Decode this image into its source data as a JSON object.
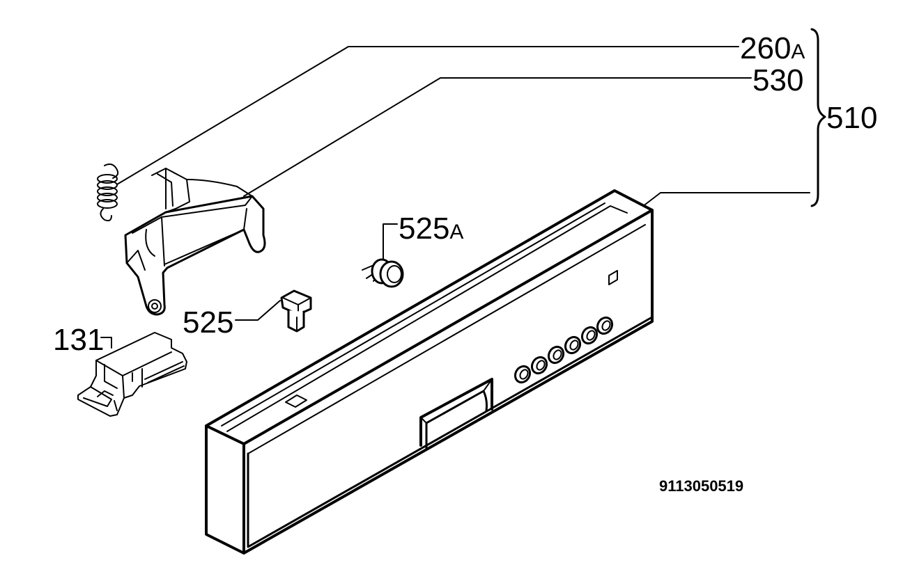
{
  "callouts": {
    "c260": {
      "num": "260",
      "suffix": "A"
    },
    "c530": {
      "num": "530"
    },
    "c510": {
      "num": "510"
    },
    "c525a": {
      "num": "525",
      "suffix": "A"
    },
    "c525": {
      "num": "525"
    },
    "c131": {
      "num": "131"
    }
  },
  "doc_number": "9113050519",
  "colors": {
    "ink": "#000000",
    "paper": "#ffffff"
  }
}
